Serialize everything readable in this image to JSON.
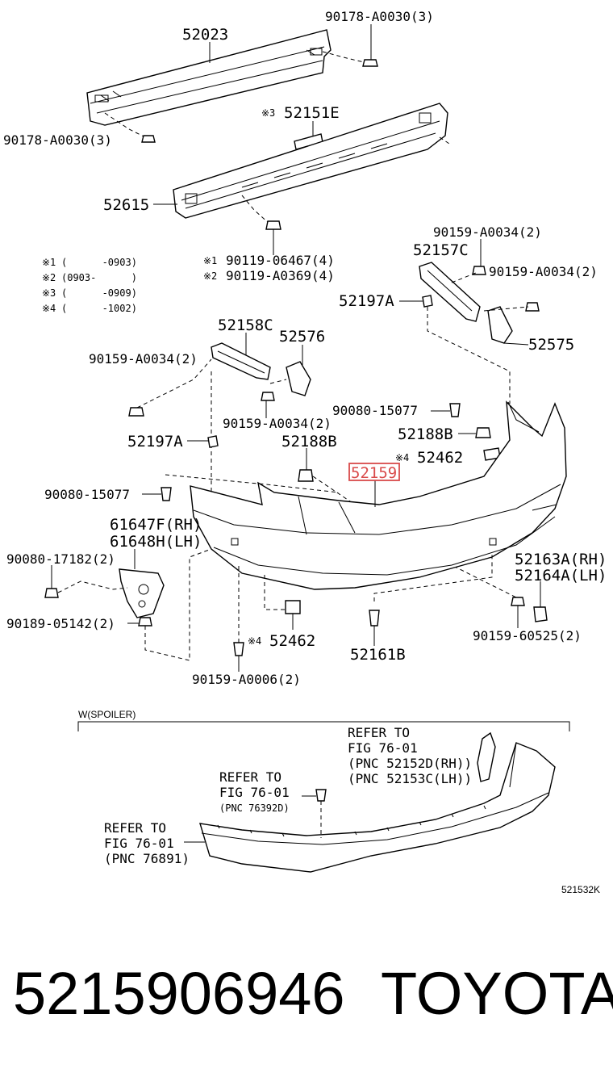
{
  "diagram": {
    "labels": {
      "p52023": "52023",
      "p90178_top": "90178-A0030(3)",
      "p90178_left": "90178-A0030(3)",
      "p52151E_mark": "※3",
      "p52151E": "52151E",
      "p52615": "52615",
      "p90119_a_mark": "※1",
      "p90119_a": "90119-06467(4)",
      "p90119_b_mark": "※2",
      "p90119_b": "90119-A0369(4)",
      "p90159_a0034_top": "90159-A0034(2)",
      "p52157C": "52157C",
      "p90159_a0034_right": "90159-A0034(2)",
      "p52197A_right": "52197A",
      "p52575": "52575",
      "p52158C": "52158C",
      "p52576": "52576",
      "p90159_a0034_left": "90159-A0034(2)",
      "p90159_a0034_mid": "90159-A0034(2)",
      "p90080_15077_right": "90080-15077",
      "p52188B_right": "52188B",
      "p52462_right_mark": "※4",
      "p52462_right": "52462",
      "p52197A_left": "52197A",
      "p52188B_left": "52188B",
      "p52159_highlight": "52159",
      "p90080_15077_left": "90080-15077",
      "p61647F": "61647F(RH)",
      "p61648H": "61648H(LH)",
      "p90080_17182": "90080-17182(2)",
      "p90189_05142": "90189-05142(2)",
      "p52163A": "52163A(RH)",
      "p52164A": "52164A(LH)",
      "p52462_bottom_mark": "※4",
      "p52462_bottom": "52462",
      "p52161B": "52161B",
      "p90159_60525": "90159-60525(2)",
      "p90159_a0006": "90159-A0006(2)"
    },
    "notes": [
      {
        "mark": "※1",
        "range": "(      -0903)"
      },
      {
        "mark": "※2",
        "range": "(0903-      )"
      },
      {
        "mark": "※3",
        "range": "(      -0909)"
      },
      {
        "mark": "※4",
        "range": "(      -1002)"
      }
    ],
    "spoiler": {
      "header": "W(SPOILER)",
      "ref1": [
        "REFER TO",
        "FIG 76-01",
        "(PNC 52152D(RH))",
        "(PNC 52153C(LH))"
      ],
      "ref2": [
        "REFER TO",
        "FIG 76-01",
        "(PNC 76392D)"
      ],
      "ref3": [
        "REFER TO",
        "FIG 76-01",
        "(PNC 76891)"
      ]
    },
    "figure_code": "521532K",
    "highlight_color": "#d94a4a"
  },
  "footer": {
    "part_number": "5215906946",
    "brand": "TOYOTA"
  }
}
